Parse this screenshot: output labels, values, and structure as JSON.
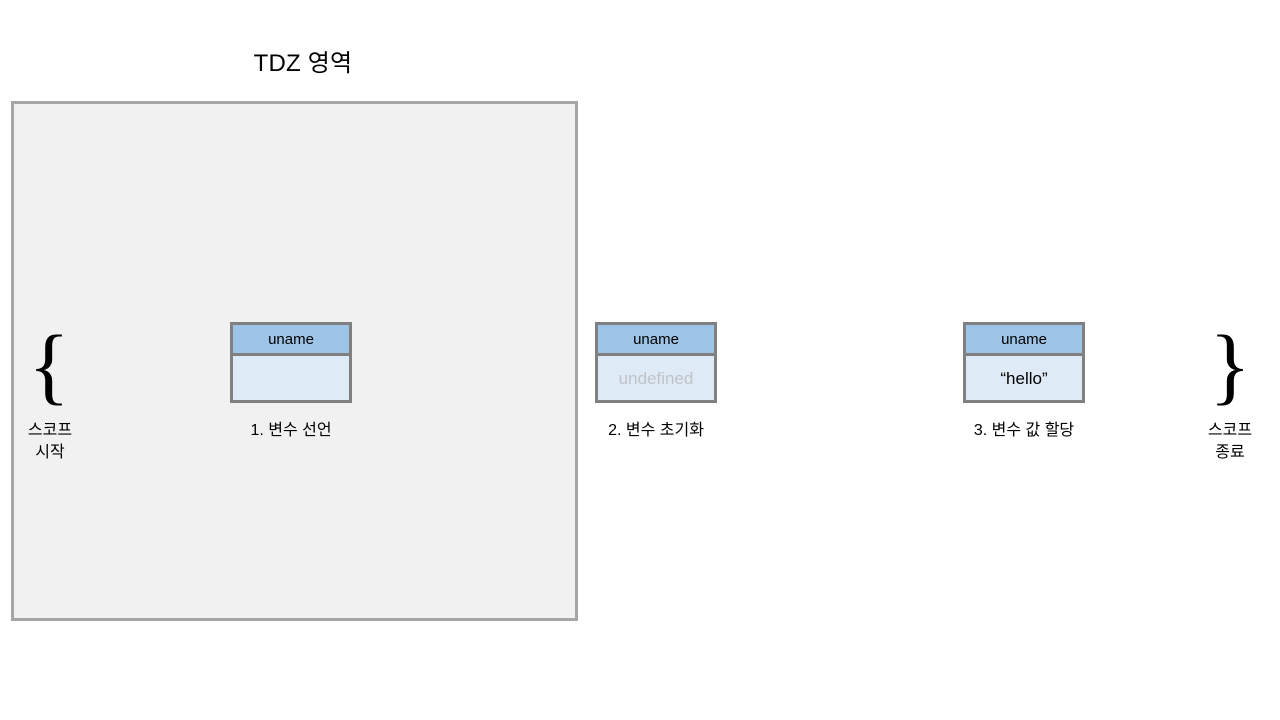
{
  "diagram": {
    "title": "TDZ 영역",
    "type": "javascript-variable-lifecycle",
    "scope": {
      "open_brace": "{",
      "close_brace": "}",
      "start_label": "스코프\n시작",
      "end_label": "스코프\n종료"
    },
    "tdz_region": {
      "fill_color": "#f1f1f1",
      "border_color": "#a6a6a6"
    },
    "colors": {
      "box_header_blue": "#9dc3e6",
      "box_body_blue": "#deeaf6",
      "box_border_gray": "#808080",
      "muted_text": "#c0c4c8",
      "text": "#000000"
    },
    "steps": [
      {
        "id": "declaration",
        "caption": "1. 변수 선언",
        "variable_name": "uname",
        "value": "",
        "value_state": "empty",
        "inside_tdz": true
      },
      {
        "id": "initialization",
        "caption": "2. 변수 초기화",
        "variable_name": "uname",
        "value": "undefined",
        "value_state": "muted",
        "inside_tdz": false
      },
      {
        "id": "assignment",
        "caption": "3. 변수 값 할당",
        "variable_name": "uname",
        "value": "“hello”",
        "value_state": "normal",
        "inside_tdz": false
      }
    ]
  }
}
